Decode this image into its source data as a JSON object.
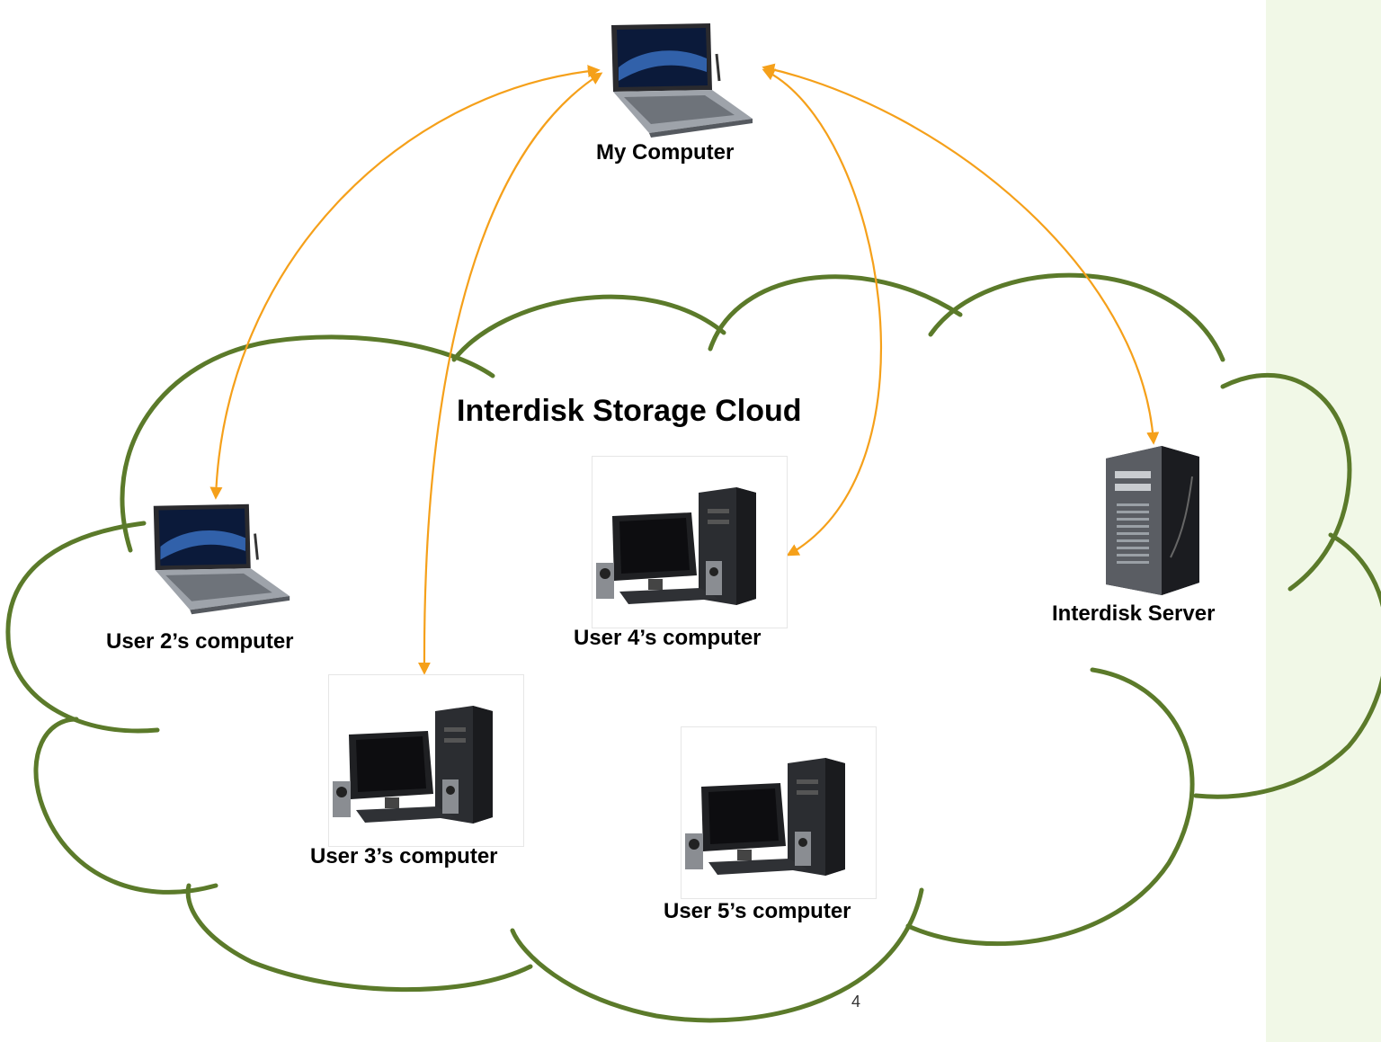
{
  "colors": {
    "cloud_outline": "#5b7a2a",
    "connector": "#f5a01a",
    "side_panel": "#f1f8e7"
  },
  "cloud": {
    "title": "Interdisk Storage Cloud"
  },
  "nodes": [
    {
      "id": "my-computer",
      "label": "My Computer",
      "icon": "laptop-icon"
    },
    {
      "id": "user-2",
      "label": "User 2’s computer",
      "icon": "laptop-icon"
    },
    {
      "id": "user-3",
      "label": "User 3’s computer",
      "icon": "desktop-computer-icon"
    },
    {
      "id": "user-4",
      "label": "User 4’s computer",
      "icon": "desktop-computer-icon"
    },
    {
      "id": "user-5",
      "label": "User 5’s computer",
      "icon": "desktop-computer-icon"
    },
    {
      "id": "server",
      "label": "Interdisk Server",
      "icon": "tower-server-icon"
    }
  ],
  "connections": [
    {
      "from": "my-computer",
      "to": "user-2",
      "direction": "bidirectional"
    },
    {
      "from": "my-computer",
      "to": "user-3",
      "direction": "bidirectional"
    },
    {
      "from": "my-computer",
      "to": "user-4",
      "direction": "bidirectional"
    },
    {
      "from": "my-computer",
      "to": "server",
      "direction": "bidirectional"
    }
  ],
  "page_number": "4"
}
